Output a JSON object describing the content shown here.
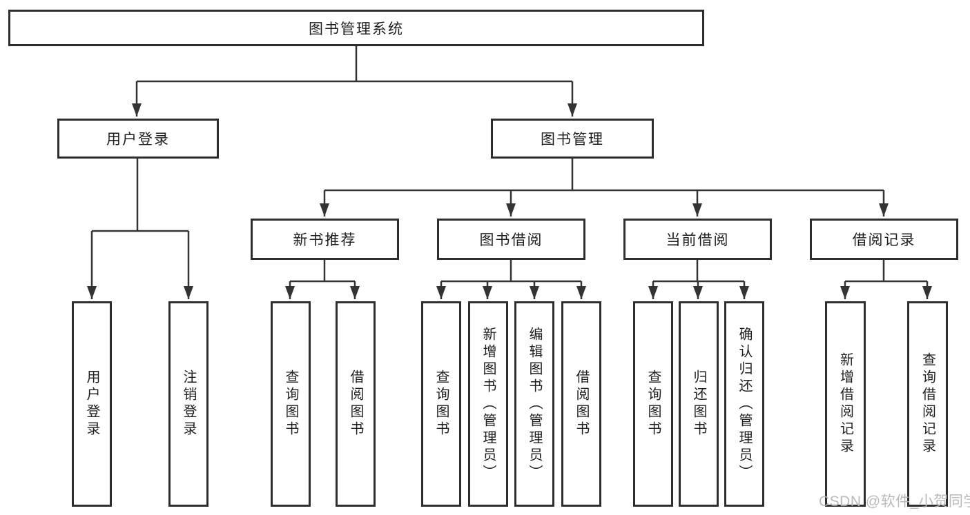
{
  "diagram": {
    "type": "hierarchy-tree",
    "title": "图书管理系统",
    "watermark": "CSDN @软件_小贺同学",
    "colors": {
      "line": "#333333",
      "box_border": "#2d2d2d",
      "box_fill": "#ffffff",
      "text": "#1f1f1f",
      "watermark": "#b6b6b6",
      "background": "#ffffff"
    },
    "nodes": {
      "root": {
        "label": "图书管理系统"
      },
      "user_login": {
        "label": "用户登录"
      },
      "book_management": {
        "label": "图书管理"
      },
      "ul_user_login": {
        "label": "用户登录"
      },
      "ul_logout": {
        "label": "注销登录"
      },
      "new_book_recommend": {
        "label": "新书推荐"
      },
      "book_borrow": {
        "label": "图书借阅"
      },
      "current_borrow": {
        "label": "当前借阅"
      },
      "borrow_records": {
        "label": "借阅记录"
      },
      "nb_query_books": {
        "label": "查询图书"
      },
      "nb_borrow_books": {
        "label": "借阅图书"
      },
      "bb_query_books": {
        "label": "查询图书"
      },
      "bb_add_books": {
        "label": "新增图书（管理员）"
      },
      "bb_edit_books": {
        "label": "编辑图书（管理员）"
      },
      "bb_borrow_books": {
        "label": "借阅图书"
      },
      "cb_query_books": {
        "label": "查询图书"
      },
      "cb_return_books": {
        "label": "归还图书"
      },
      "cb_confirm_return": {
        "label": "确认归还（管理员）"
      },
      "br_add_record": {
        "label": "新增借阅记录"
      },
      "br_query_record": {
        "label": "查询借阅记录"
      }
    },
    "hierarchy": {
      "root": [
        "user_login",
        "book_management"
      ],
      "user_login": [
        "ul_user_login",
        "ul_logout"
      ],
      "book_management": [
        "new_book_recommend",
        "book_borrow",
        "current_borrow",
        "borrow_records"
      ],
      "new_book_recommend": [
        "nb_query_books",
        "nb_borrow_books"
      ],
      "book_borrow": [
        "bb_query_books",
        "bb_add_books",
        "bb_edit_books",
        "bb_borrow_books"
      ],
      "current_borrow": [
        "cb_query_books",
        "cb_return_books",
        "cb_confirm_return"
      ],
      "borrow_records": [
        "br_add_record",
        "br_query_record"
      ]
    }
  }
}
